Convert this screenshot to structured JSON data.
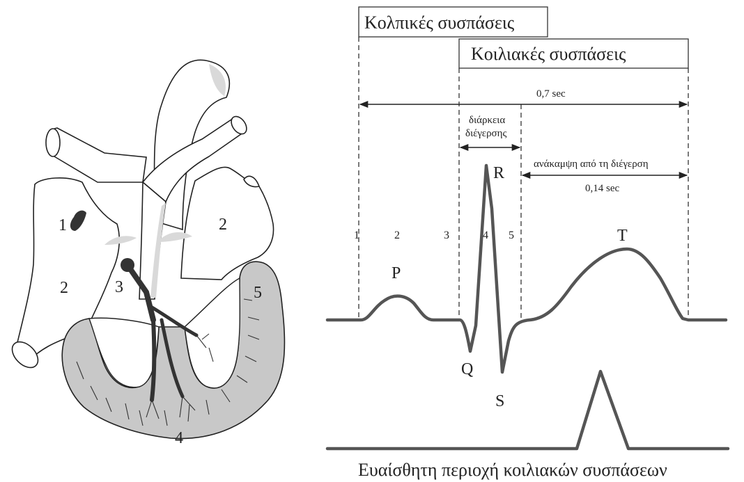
{
  "header": {
    "atrial_contractions": "Κολπικές συσπάσεις",
    "ventricular_contractions": "Κοιλιακές συσπάσεις"
  },
  "intervals": {
    "cycle_duration": "0,7 sec",
    "excitation_duration_line1": "διάρκεια",
    "excitation_duration_line2": "διέγερσης",
    "recovery_label": "ανάκαμψη από τη διέγερση",
    "recovery_duration": "0,14 sec"
  },
  "ecg": {
    "markers": [
      "1",
      "2",
      "3",
      "4",
      "5"
    ],
    "waves": {
      "p": "P",
      "q": "Q",
      "r": "R",
      "s": "S",
      "t": "T"
    }
  },
  "heart": {
    "labels": [
      "1",
      "2",
      "2",
      "3",
      "4",
      "5"
    ]
  },
  "footer": {
    "sensitive_zone": "Ευαίσθητη περιοχή κοιλιακών συσπάσεων"
  }
}
